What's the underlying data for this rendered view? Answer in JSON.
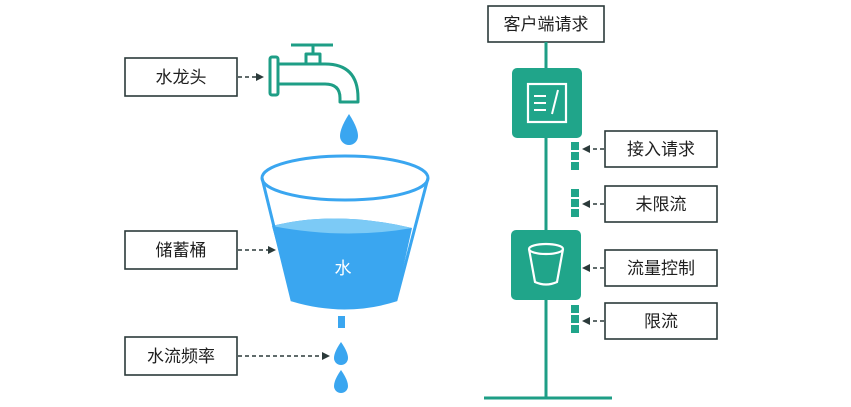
{
  "left": {
    "faucet_label": "水龙头",
    "bucket_label": "储蓄桶",
    "water_label": "水",
    "rate_label": "水流频率"
  },
  "right": {
    "client_request": "客户端请求",
    "access_request": "接入请求",
    "not_limited": "未限流",
    "flow_control": "流量控制",
    "limited": "限流"
  },
  "colors": {
    "teal": "#1e9e86",
    "teal_box": "#20a58a",
    "water": "#3aa6f0",
    "water_light": "#7ccaf6",
    "border": "#2b3a3a"
  }
}
